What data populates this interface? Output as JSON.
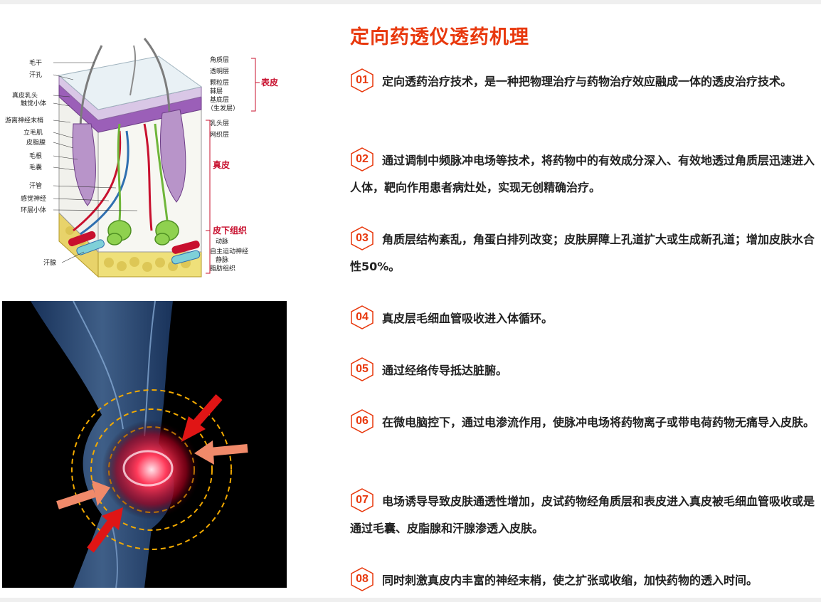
{
  "title": "定向药透仪透药机理",
  "colors": {
    "accent": "#e8380d",
    "text": "#222222",
    "background": "#ffffff"
  },
  "skin_diagram": {
    "left_labels": [
      "毛干",
      "汗孔",
      "真皮乳头",
      "触觉小体",
      "游离神经末梢",
      "立毛肌",
      "皮脂腺",
      "毛根",
      "毛囊",
      "汗管",
      "感觉神经",
      "环层小体",
      "汗腺"
    ],
    "right_labels": [
      "角质层",
      "透明层",
      "颗粒层",
      "棘层",
      "基底层",
      "（生发层）",
      "乳头层",
      "网织层",
      "动脉",
      "自主运动神经",
      "静脉",
      "脂肪组织"
    ],
    "section_labels": {
      "epidermis": "表皮",
      "dermis": "真皮",
      "subcutis": "皮下组织"
    }
  },
  "items": [
    {
      "num": "01",
      "text": "定向透药治疗技术，是一种把物理治疗与药物治疗效应融成一体的透皮治疗技术。"
    },
    {
      "num": "02",
      "text": "通过调制中频脉冲电场等技术，将药物中的有效成分深入、有效地透过角质层迅速进入人体，靶向作用患者病灶处，实现无创精确治疗。"
    },
    {
      "num": "03",
      "text": "角质层结构紊乱，角蛋白排列改变；皮肤屏障上孔道扩大或生成新孔道；增加皮肤水合性50%。"
    },
    {
      "num": "04",
      "text": "真皮层毛细血管吸收进入体循环。"
    },
    {
      "num": "05",
      "text": "通过经络传导抵达脏腑。"
    },
    {
      "num": "06",
      "text": "在微电脑控下，通过电渗流作用，使脉冲电场将药物离子或带电荷药物无痛导入皮肤。"
    },
    {
      "num": "07",
      "text": "电场诱导导致皮肤通透性增加，皮试药物经角质层和表皮进入真皮被毛细血管吸收或是通过毛囊、皮脂腺和汗腺渗透入皮肤。"
    },
    {
      "num": "08",
      "text": "同时刺激真皮内丰富的神经末梢，使之扩张或收缩，加快药物的透入时间。"
    }
  ]
}
